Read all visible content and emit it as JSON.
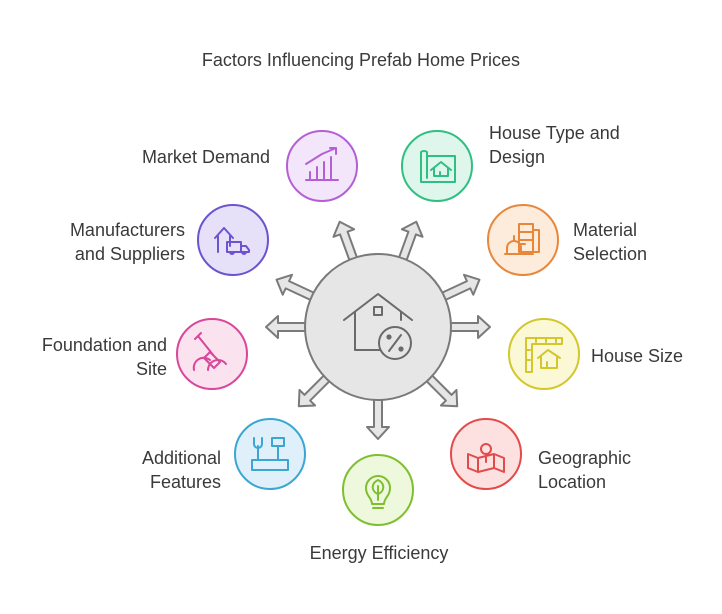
{
  "title": "Factors Influencing Prefab Home Prices",
  "factors": [
    {
      "label": [
        "Market Demand"
      ],
      "icon": "line-chart-icon",
      "color": "#b45fd6"
    },
    {
      "label": [
        "House Type and",
        "Design"
      ],
      "icon": "blueprint-house-icon",
      "color": "#2fbf83"
    },
    {
      "label": [
        "Manufacturers",
        "and Suppliers"
      ],
      "icon": "factory-truck-icon",
      "color": "#6c53cf"
    },
    {
      "label": [
        "Material",
        "Selection"
      ],
      "icon": "materials-icon",
      "color": "#e8873a"
    },
    {
      "label": [
        "Foundation and",
        "Site"
      ],
      "icon": "shovel-dirt-icon",
      "color": "#d8479a"
    },
    {
      "label": [
        "House Size"
      ],
      "icon": "ruler-house-icon",
      "color": "#d3c72b"
    },
    {
      "label": [
        "Additional",
        "Features"
      ],
      "icon": "tools-icon",
      "color": "#3aa6d4"
    },
    {
      "label": [
        "Geographic",
        "Location"
      ],
      "icon": "map-pin-icon",
      "color": "#e24b4b"
    },
    {
      "label": [
        "Energy Efficiency"
      ],
      "icon": "eco-bulb-icon",
      "color": "#7fbf2f"
    }
  ],
  "center": {
    "icon": "house-percent-icon"
  }
}
